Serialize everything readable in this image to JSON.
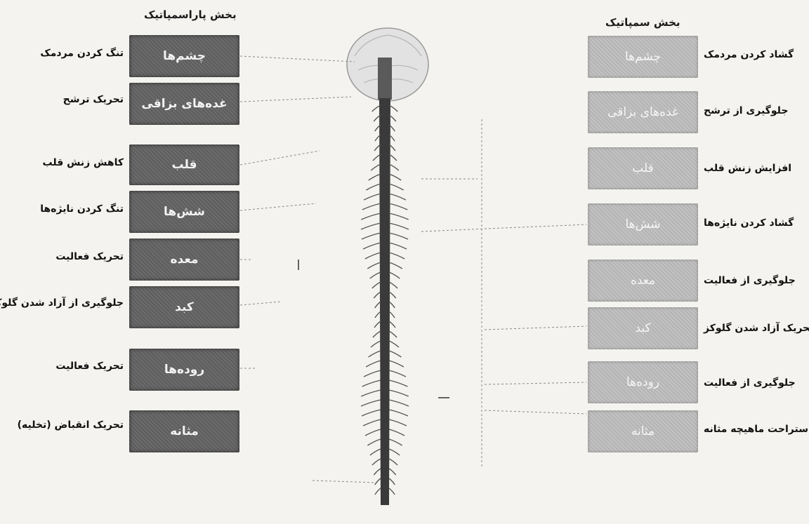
{
  "parasympathetic": {
    "heading": "بخش پاراسمپاتیک",
    "organs": [
      "چشم‌ها",
      "غده‌های بزاقی",
      "قلب",
      "شش‌ها",
      "معده",
      "کبد",
      "روده‌ها",
      "مثانه"
    ],
    "effects": [
      "تنگ کردن مردمک",
      "تحریک ترشح",
      "کاهش زنش قلب",
      "تنگ کردن نایژه‌ها",
      "تحریک فعالیت",
      "جلوگیری از آزاد شدن گلوکز",
      "تحریک فعالیت",
      "تحریک انقباض (تخلیه)"
    ]
  },
  "sympathetic": {
    "heading": "بخش سمپاتیک",
    "organs": [
      "چشم‌ها",
      "غده‌های بزاقی",
      "قلب",
      "شش‌ها",
      "معده",
      "کبد",
      "روده‌ها",
      "مثانه"
    ],
    "effects": [
      "گشاد کردن مردمک",
      "جلوگیری از ترشح",
      "افزایش زنش قلب",
      "گشاد کردن نایژه‌ها",
      "جلوگیری از فعالیت",
      "تحریک آزاد شدن گلوکز",
      "جلوگیری از فعالیت",
      "استراحت ماهیچه مثانه"
    ]
  }
}
